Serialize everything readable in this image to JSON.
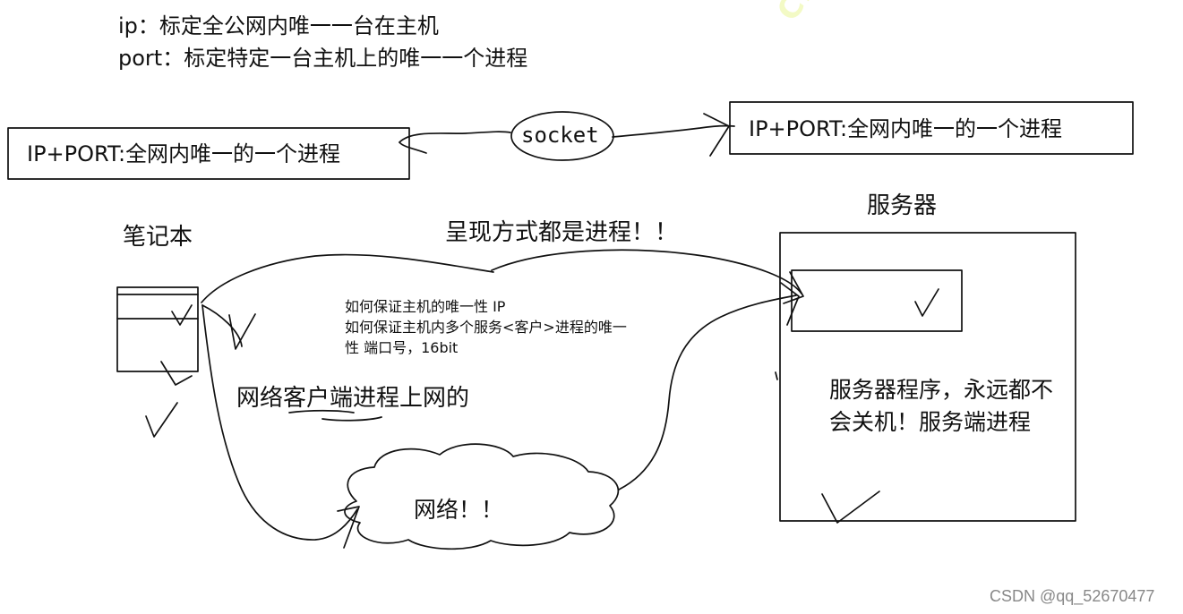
{
  "header": {
    "line1": "ip：标定全公网内唯一一台在主机",
    "line2": "port：标定特定一台主机上的唯一一个进程"
  },
  "left_box": {
    "label": "IP+PORT:全网内唯一的一个进程"
  },
  "socket": {
    "label": "socket"
  },
  "right_box": {
    "label": "IP+PORT:全网内唯一的一个进程"
  },
  "labels": {
    "laptop": "笔记本",
    "server": "服务器",
    "top_note": "呈现方式都是进程！！",
    "middle_note": "如何保证主机的唯一性 IP\n如何保证主机内多个服务<客户>进程的唯一\n性 端口号，16bit",
    "client_note": "网络客户端进程上网的",
    "server_note": "服务器程序，永远都不\n会关机！服务端进程",
    "network": "网络！！"
  },
  "watermark": {
    "text": "CDULOVE"
  },
  "footer": {
    "credit": "CSDN @qq_52670477"
  },
  "colors": {
    "ink": "#111111",
    "background": "#ffffff",
    "watermark": "#dff05a",
    "footer": "#888888"
  }
}
